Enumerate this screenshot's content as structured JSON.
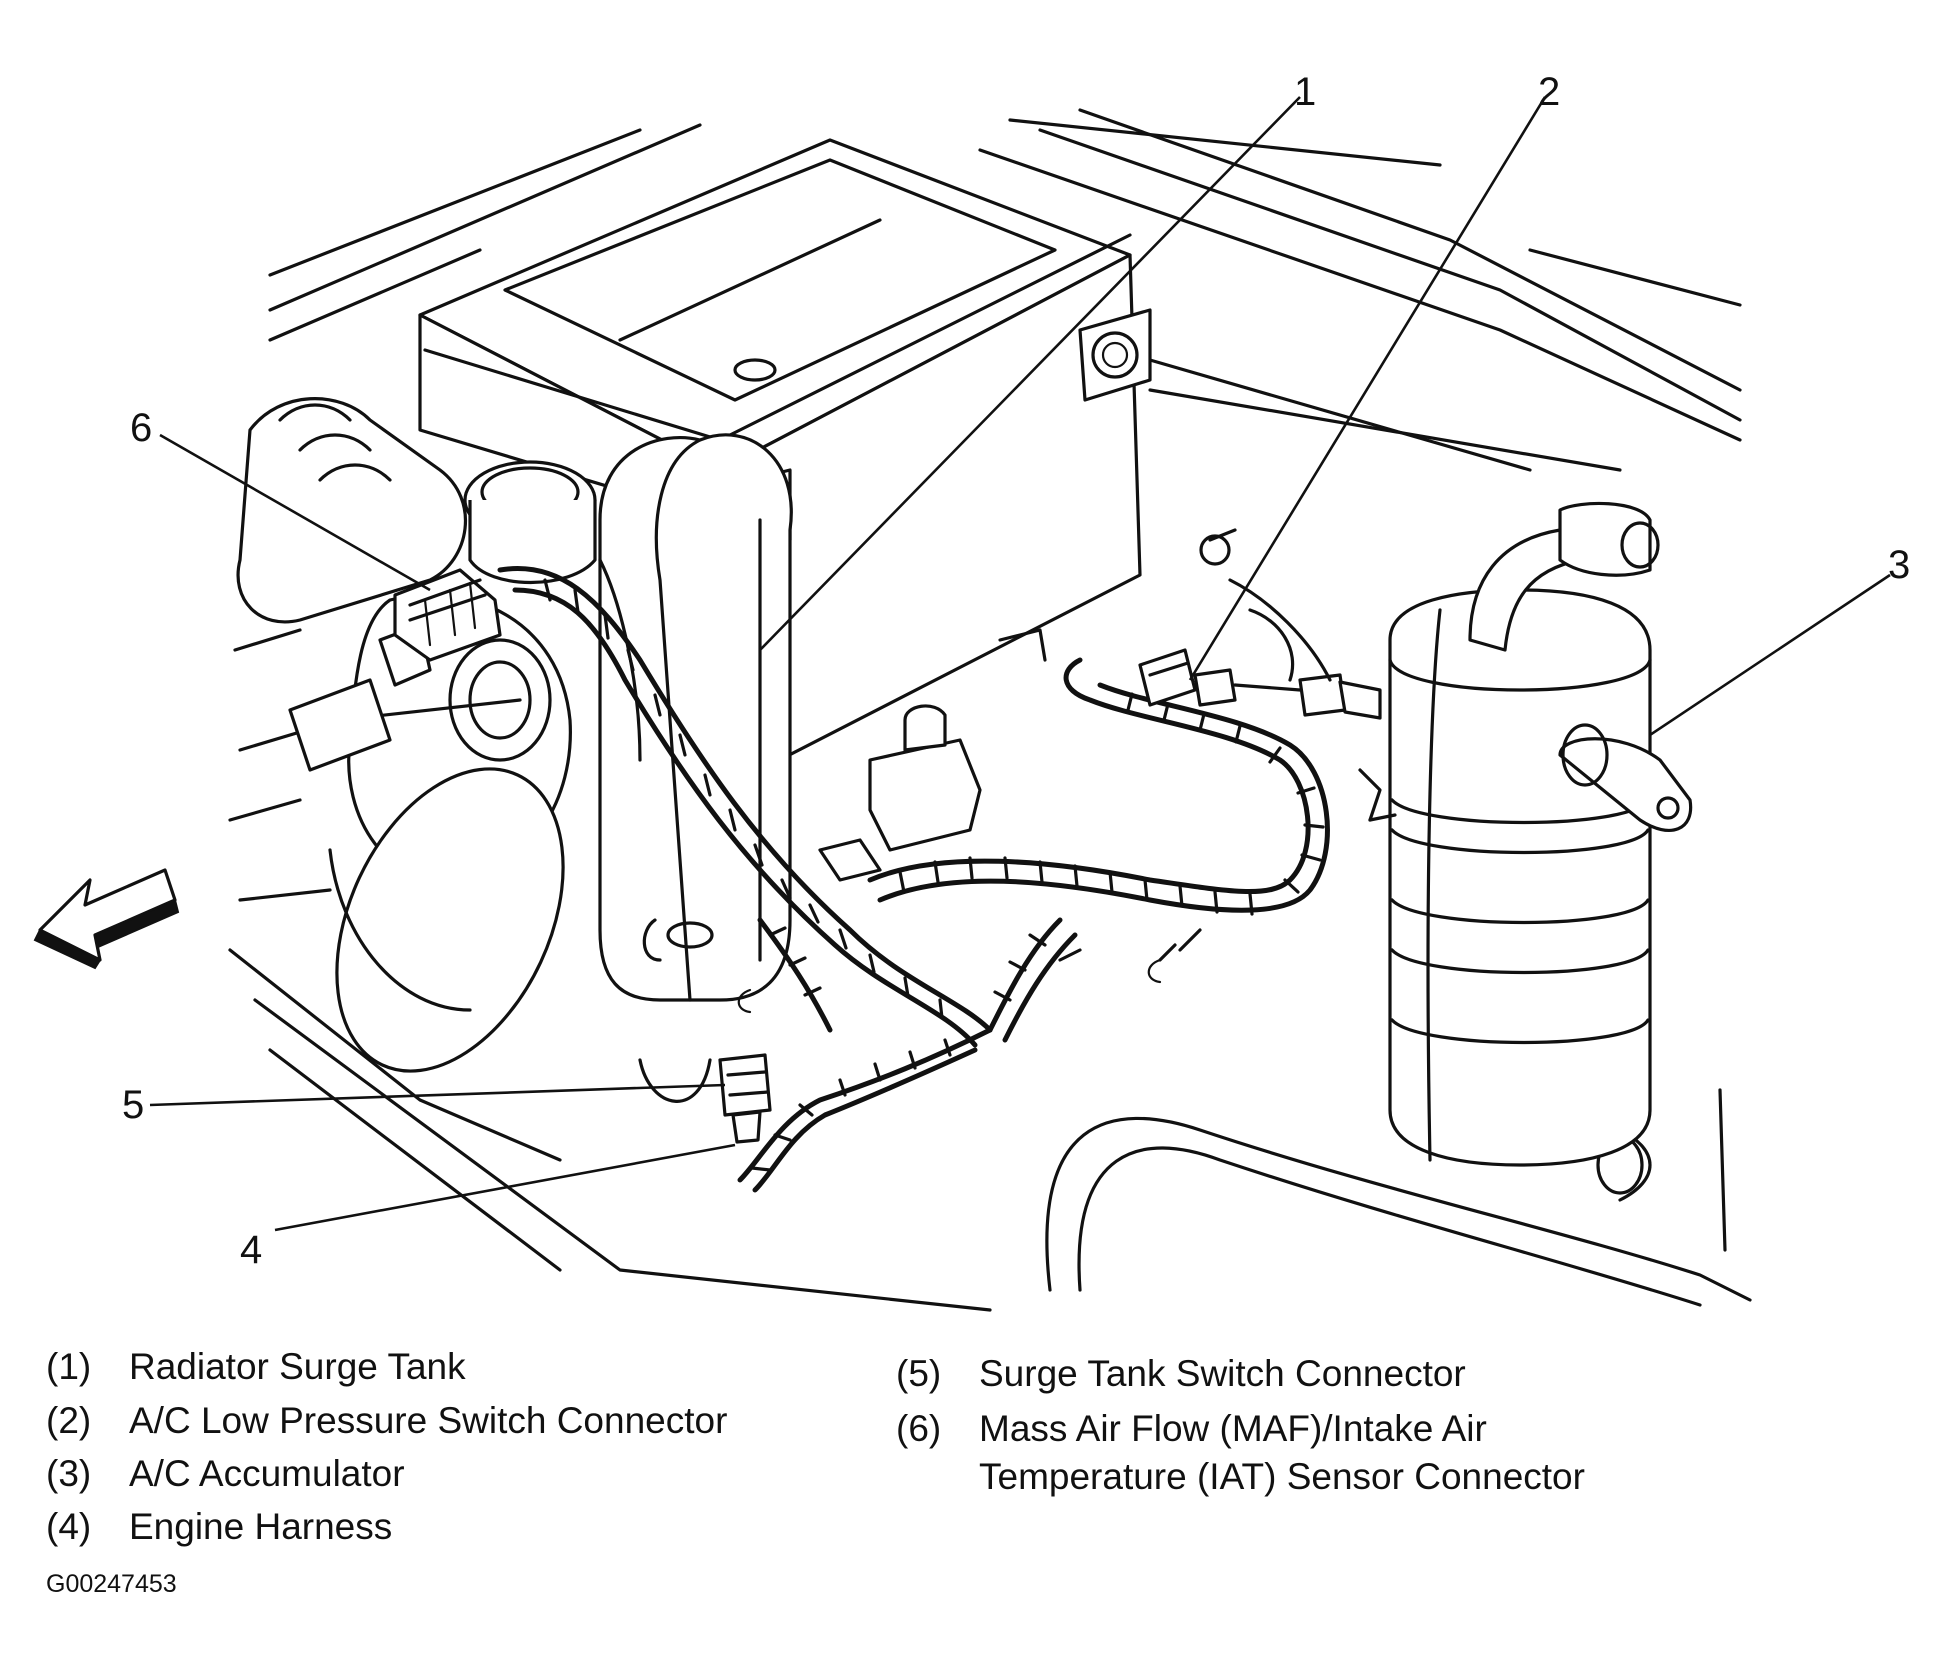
{
  "callouts": [
    "1",
    "2",
    "3",
    "4",
    "5",
    "6"
  ],
  "legend": [
    {
      "num": "(1)",
      "text": "Radiator Surge Tank"
    },
    {
      "num": "(2)",
      "text": "A/C Low Pressure Switch Connector"
    },
    {
      "num": "(3)",
      "text": "A/C Accumulator"
    },
    {
      "num": "(4)",
      "text": "Engine Harness"
    },
    {
      "num": "(5)",
      "text": "Surge Tank Switch Connector"
    },
    {
      "num": "(6)",
      "text": "Mass Air Flow (MAF)/Intake Air",
      "text2": "Temperature (IAT) Sensor Connector"
    }
  ],
  "figure_id": "G00247453",
  "colors": {
    "ink": "#111111",
    "background": "#ffffff"
  },
  "icons": [
    "front-direction-arrow-icon"
  ]
}
